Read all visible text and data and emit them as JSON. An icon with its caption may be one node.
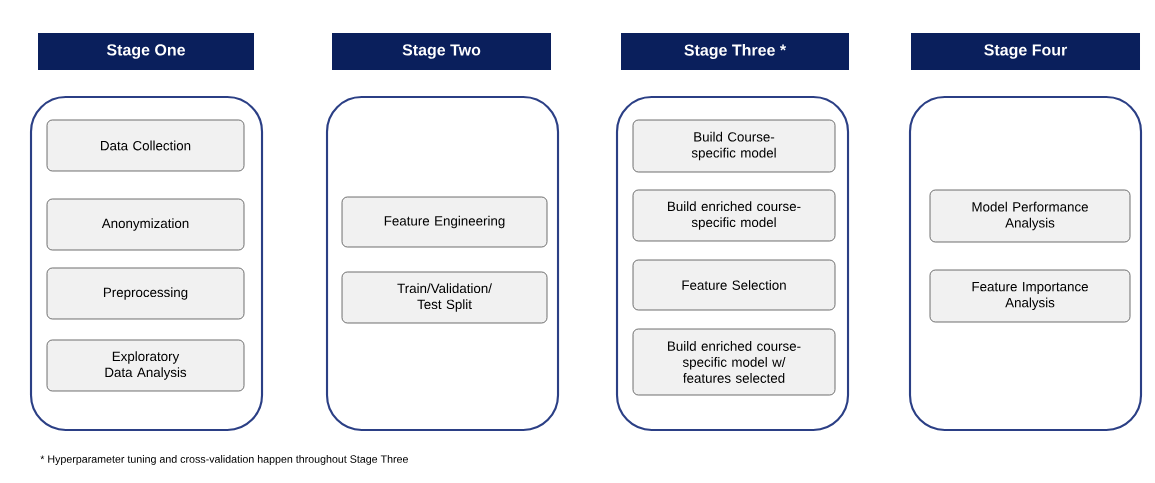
{
  "diagram": {
    "nodes": [
      {
        "text": [
          "Stage One"
        ]
      },
      {
        "text": [],
        "shape": "box"
      },
      {
        "text": [
          "Data Collection"
        ],
        "in": 1
      },
      {
        "text": [
          "Anonymization"
        ],
        "in": 1
      },
      {
        "text": [
          "Preprocessing"
        ],
        "in": 1
      },
      {
        "text": [
          "Exploratory Data Analysis"
        ],
        "in": 1
      },
      {
        "text": [
          "Stage Two"
        ]
      },
      {
        "text": [],
        "shape": "box"
      },
      {
        "text": [
          "Feature Engineering"
        ],
        "in": 7
      },
      {
        "text": [
          "Train/Validation/ Test Split"
        ],
        "in": 7
      },
      {
        "text": [
          "Stage Three *"
        ]
      },
      {
        "text": [],
        "shape": "box"
      },
      {
        "text": [
          "Build Course-specific model"
        ],
        "in": 11
      },
      {
        "text": [
          "Build enriched course-specific model"
        ],
        "in": 11
      },
      {
        "text": [
          "Feature Selection"
        ],
        "in": 11
      },
      {
        "text": [
          "Build enriched course-specific model w/ features selected"
        ],
        "in": 11
      },
      {
        "text": [
          "Stage Four"
        ]
      },
      {
        "text": [],
        "shape": "box"
      },
      {
        "text": [
          "Model Performance Analysis"
        ],
        "in": 17
      },
      {
        "text": [
          "Feature Importance Analysis"
        ],
        "in": 17
      }
    ],
    "labels": [
      "* Hyperparameter tuning and cross-validation happen throughout Stage Three"
    ]
  }
}
